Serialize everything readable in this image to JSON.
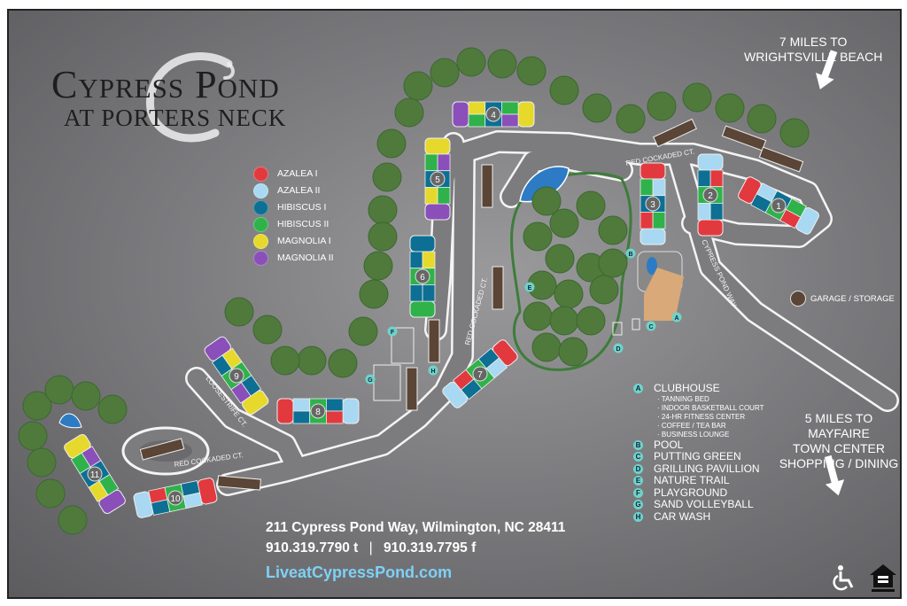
{
  "logo": {
    "line1": "Cypress Pond",
    "line2": "at Porters Neck",
    "swirl_letter": "C"
  },
  "legend": [
    {
      "label": "AZALEA I",
      "key": "azalea_i",
      "color": "#e2393f"
    },
    {
      "label": "AZALEA II",
      "key": "azalea_ii",
      "color": "#a9d8f2"
    },
    {
      "label": "HIBISCUS I",
      "key": "hibiscus_i",
      "color": "#0d6f93"
    },
    {
      "label": "HIBISCUS II",
      "key": "hibiscus_ii",
      "color": "#2fb24a"
    },
    {
      "label": "MAGNOLIA I",
      "key": "magnolia_i",
      "color": "#e6d92c"
    },
    {
      "label": "MAGNOLIA II",
      "key": "magnolia_ii",
      "color": "#8a4fb8"
    }
  ],
  "amenities": [
    {
      "letter": "A",
      "label": "CLUBHOUSE",
      "features": [
        "TANNING BED",
        "INDOOR BASKETBALL COURT",
        "24-HR FITNESS CENTER",
        "COFFEE / TEA BAR",
        "BUSINESS LOUNGE"
      ]
    },
    {
      "letter": "B",
      "label": "POOL"
    },
    {
      "letter": "C",
      "label": "PUTTING GREEN"
    },
    {
      "letter": "D",
      "label": "GRILLING PAVILLION"
    },
    {
      "letter": "E",
      "label": "NATURE TRAIL"
    },
    {
      "letter": "F",
      "label": "PLAYGROUND"
    },
    {
      "letter": "G",
      "label": "SAND VOLLEYBALL"
    },
    {
      "letter": "H",
      "label": "CAR WASH"
    }
  ],
  "directions": {
    "beach": {
      "line1": "7 MILES TO",
      "line2": "WRIGHTSVILLE BEACH"
    },
    "mayfaire": {
      "line1": "5 MILES TO",
      "line2": "MAYFAIRE",
      "line3": "TOWN CENTER",
      "line4": "SHOPPING / DINING"
    }
  },
  "streets": {
    "red_cockaded_top": "RED COCKADED CT.",
    "cypress_pond_way": "CYPRESS POND WAY",
    "red_cockaded_center": "RED COCKADED CT.",
    "loosestrife": "LOOSESTRIFE CT.",
    "red_cockaded_bottom": "RED COCKADED CT."
  },
  "garage_label": "GARAGE / STORAGE",
  "contact": {
    "address": "211 Cypress Pond Way, Wilmington, NC 28411",
    "phone": "910.319.7790 t",
    "fax": "910.319.7795 f",
    "separator": "|",
    "website": "LiveatCypressPond.com"
  },
  "buildings": [
    {
      "number": "1",
      "units": [
        "azalea_ii",
        "hibiscus_i",
        "hibiscus_ii",
        "hibiscus_i",
        "hibiscus_ii",
        "azalea_i"
      ],
      "ends": [
        "azalea_i",
        "azalea_ii"
      ]
    },
    {
      "number": "2",
      "units": [
        "azalea_i",
        "hibiscus_ii",
        "hibiscus_i",
        "hibiscus_i",
        "hibiscus_ii",
        "azalea_ii"
      ],
      "ends": [
        "azalea_ii",
        "azalea_i"
      ]
    },
    {
      "number": "3",
      "units": [
        "azalea_ii",
        "hibiscus_i",
        "hibiscus_ii",
        "hibiscus_ii",
        "hibiscus_i",
        "azalea_i"
      ],
      "ends": [
        "azalea_i",
        "azalea_ii"
      ]
    },
    {
      "number": "4",
      "units": [
        "magnolia_i",
        "hibiscus_i",
        "hibiscus_ii",
        "hibiscus_ii",
        "hibiscus_i",
        "magnolia_ii"
      ],
      "ends": [
        "magnolia_ii",
        "magnolia_i"
      ]
    },
    {
      "number": "5",
      "units": [
        "magnolia_ii",
        "hibiscus_i",
        "hibiscus_ii",
        "hibiscus_ii",
        "hibiscus_i",
        "magnolia_i"
      ],
      "ends": [
        "magnolia_i",
        "magnolia_ii"
      ]
    },
    {
      "number": "6",
      "units": [
        "magnolia_i",
        "hibiscus_ii",
        "hibiscus_i",
        "hibiscus_i",
        "hibiscus_ii",
        "hibiscus_i"
      ],
      "ends": [
        "hibiscus_i",
        "hibiscus_ii"
      ]
    },
    {
      "number": "7",
      "units": [
        "azalea_i",
        "hibiscus_ii",
        "hibiscus_i",
        "hibiscus_i",
        "hibiscus_ii",
        "azalea_ii"
      ],
      "ends": [
        "azalea_ii",
        "azalea_i"
      ]
    },
    {
      "number": "8",
      "units": [
        "azalea_ii",
        "hibiscus_ii",
        "hibiscus_i",
        "hibiscus_i",
        "hibiscus_ii",
        "azalea_i"
      ],
      "ends": [
        "azalea_i",
        "azalea_ii"
      ]
    },
    {
      "number": "9",
      "units": [
        "magnolia_i",
        "hibiscus_ii",
        "hibiscus_i",
        "hibiscus_i",
        "hibiscus_ii",
        "magnolia_ii"
      ],
      "ends": [
        "magnolia_ii",
        "magnolia_i"
      ]
    },
    {
      "number": "10",
      "units": [
        "azalea_i",
        "hibiscus_ii",
        "hibiscus_i",
        "hibiscus_i",
        "hibiscus_ii",
        "azalea_ii"
      ],
      "ends": [
        "azalea_ii",
        "azalea_i"
      ]
    },
    {
      "number": "11",
      "units": [
        "magnolia_ii",
        "hibiscus_i",
        "hibiscus_ii",
        "hibiscus_ii",
        "hibiscus_i",
        "magnolia_i"
      ],
      "ends": [
        "magnolia_i",
        "magnolia_ii"
      ]
    }
  ],
  "map_markers": [
    "A",
    "B",
    "C",
    "D",
    "E",
    "F",
    "G",
    "H"
  ],
  "colors": {
    "tree": "#4f7a3c",
    "garage": "#5a4536",
    "water": "#2d7bc4",
    "clubhouse": "#d9a979",
    "trail": "#3f7c3a",
    "marker": "#6fd3c8",
    "website": "#7fd0f5"
  }
}
